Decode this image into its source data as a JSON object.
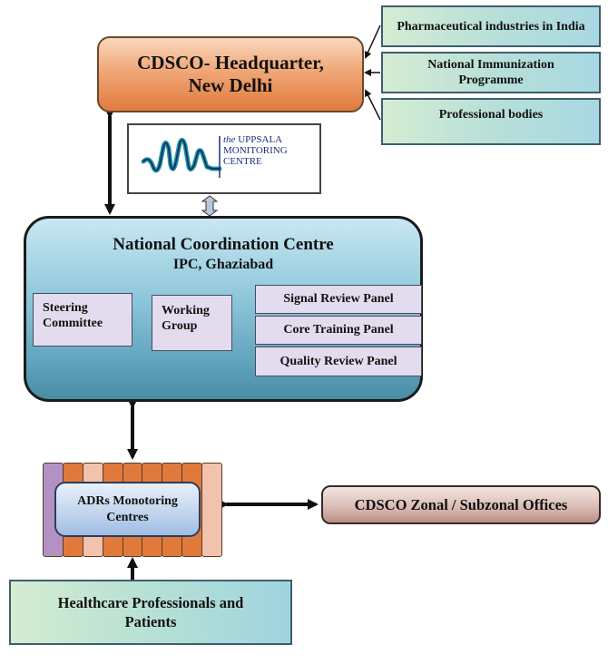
{
  "stakeholders": [
    {
      "label": "Pharmaceutical industries in India"
    },
    {
      "label": "National Immunization Programme"
    },
    {
      "label": "Professional bodies"
    }
  ],
  "headquarter": {
    "line1": "CDSCO- Headquarter,",
    "line2": "New Delhi"
  },
  "umc_logo": {
    "prefix": "the",
    "line1": "UPPSALA",
    "line2": "MONITORING",
    "line3": "CENTRE"
  },
  "ncc": {
    "title": "National Coordination Centre",
    "subtitle": "IPC, Ghaziabad",
    "steering": {
      "line1": "Steering",
      "line2": "Committee"
    },
    "working": {
      "line1": "Working",
      "line2": "Group"
    },
    "panels": [
      {
        "label": "Signal Review Panel"
      },
      {
        "label": "Core Training Panel"
      },
      {
        "label": "Quality Review Panel"
      }
    ]
  },
  "adr": {
    "line1": "ADRs Monotoring",
    "line2": "Centres",
    "stripe_colors": [
      "#b392c3",
      "#e07a3c",
      "#f1c2ac",
      "#e07a3c",
      "#e07a3c",
      "#e07a3c",
      "#e07a3c",
      "#e07a3c",
      "#f1c2ac"
    ]
  },
  "zonal": {
    "label": "CDSCO Zonal / Subzonal Offices"
  },
  "healthcare": {
    "line1": "Healthcare Professionals and",
    "line2": "Patients"
  }
}
